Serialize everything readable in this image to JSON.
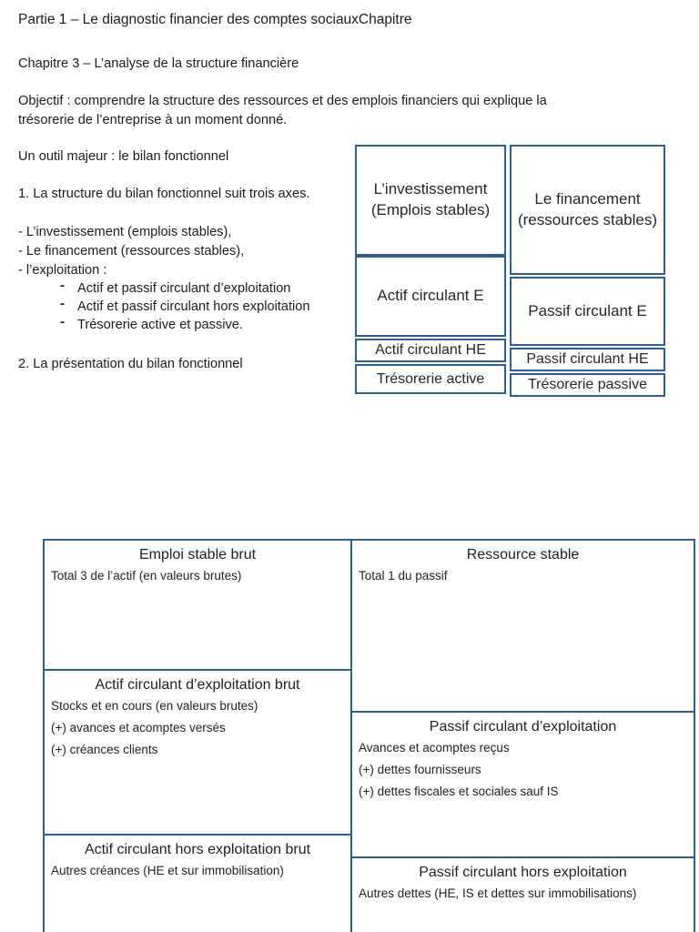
{
  "colors": {
    "accent_border": "#2e5f94",
    "text": "#1c1c1c"
  },
  "header": {
    "part_title": "Partie 1 – Le diagnostic financier des comptes sociauxChapitre",
    "chapter_title": "Chapitre 3 – L’analyse de la structure financière",
    "objective_lines": [
      "Objectif : comprendre la structure des ressources et des emplois financiers qui explique la",
      "trésorerie de l’entreprise à un moment donné."
    ]
  },
  "body_text": {
    "tool_line": "Un outil majeur : le bilan fonctionnel",
    "section1_title": "1. La structure du bilan fonctionnel suit trois axes.",
    "axis_items": [
      "- L’investissement (emplois stables),",
      "- Le financement (ressources stables),",
      "- l’exploitation :"
    ],
    "bullet_marker": "-",
    "sub_bullets": [
      "Actif et passif circulant d’exploitation",
      "Actif et passif circulant hors exploitation",
      "Trésorerie active et passive."
    ],
    "section2_title": "2. La présentation du bilan fonctionnel"
  },
  "diagram1": {
    "left_cells": [
      {
        "label": "L’investissement (Emplois stables)"
      },
      {
        "label": "Actif circulant E"
      },
      {
        "label": "Actif circulant HE"
      },
      {
        "label": "Trésorerie active"
      }
    ],
    "right_cells": [
      {
        "label": "Le financement (ressources stables)"
      },
      {
        "label": "Passif circulant E"
      },
      {
        "label": "Passif circulant HE"
      },
      {
        "label": "Trésorerie passive"
      }
    ]
  },
  "diagram2": {
    "left_cells": [
      {
        "title": "Emploi stable brut",
        "lines": [
          "Total 3 de l’actif (en valeurs brutes)"
        ]
      },
      {
        "title": "Actif circulant d’exploitation brut",
        "lines": [
          "Stocks et en cours (en valeurs brutes)",
          "(+) avances et acomptes versés",
          "(+) créances clients"
        ]
      },
      {
        "title": "Actif circulant hors exploitation brut",
        "lines": [
          "Autres créances (HE et sur immobilisation)"
        ]
      }
    ],
    "right_cells": [
      {
        "title": "Ressource stable",
        "lines": [
          "Total 1 du passif"
        ]
      },
      {
        "title": "Passif circulant d’exploitation",
        "lines": [
          "Avances et acomptes reçus",
          "(+) dettes fournisseurs",
          "(+) dettes fiscales et sociales sauf IS"
        ]
      },
      {
        "title": "Passif circulant hors exploitation",
        "lines": [
          "Autres dettes (HE, IS et dettes sur immobilisations)"
        ]
      }
    ]
  }
}
